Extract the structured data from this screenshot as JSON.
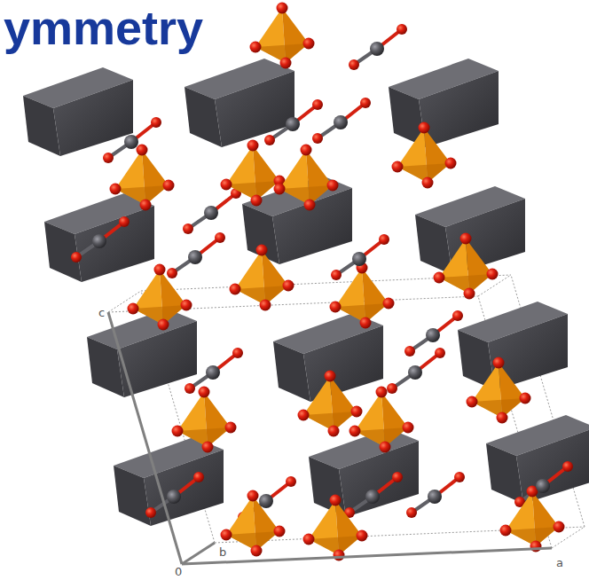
{
  "diagram": {
    "title": "ymmetry",
    "labels": [
      "c",
      "b",
      "a",
      "0"
    ]
  }
}
